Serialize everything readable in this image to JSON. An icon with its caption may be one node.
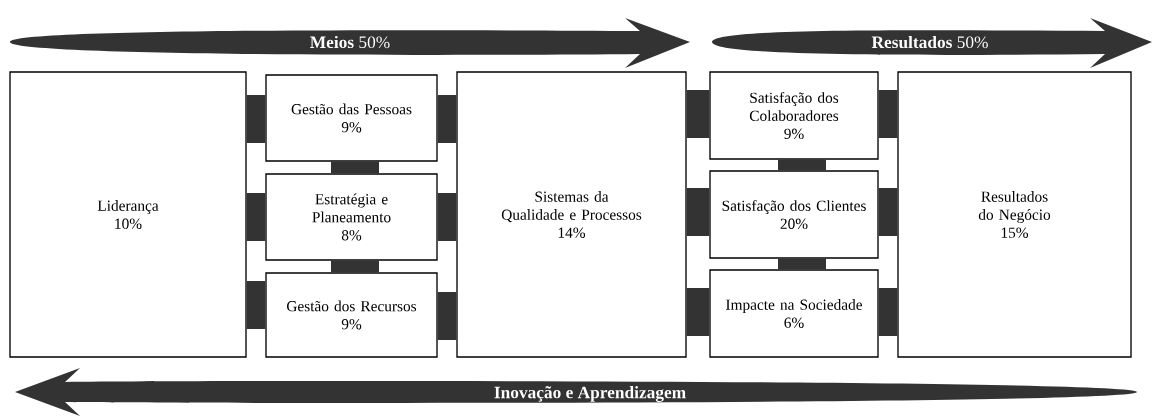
{
  "diagram": {
    "nodes": [
      {
        "text": [
          "Liderança",
          "10%"
        ]
      },
      {
        "text": [
          "Gestão das Pessoas",
          "9%"
        ]
      },
      {
        "text": [
          "Estratégia e Planeamento",
          "8%"
        ]
      },
      {
        "text": [
          "Gestão dos Recursos",
          "9%"
        ]
      },
      {
        "text": [
          "Sistemas da Qualidade e Processos",
          "14%"
        ]
      },
      {
        "text": [
          "Satisfação dos Colaboradores",
          "9%"
        ]
      },
      {
        "text": [
          "Satisfação dos Clientes",
          "20%"
        ]
      },
      {
        "text": [
          "Impacte na Sociedade",
          "6%"
        ]
      },
      {
        "text": [
          "Resultados do Negócio",
          "15%"
        ]
      }
    ],
    "edges": [
      {
        "from": 0,
        "to": 1,
        "arrow": "none"
      },
      {
        "from": 0,
        "to": 2,
        "arrow": "none"
      },
      {
        "from": 0,
        "to": 3,
        "arrow": "none"
      },
      {
        "from": 1,
        "to": 2,
        "arrow": "none"
      },
      {
        "from": 2,
        "to": 3,
        "arrow": "none"
      },
      {
        "from": 1,
        "to": 4,
        "arrow": "none"
      },
      {
        "from": 2,
        "to": 4,
        "arrow": "none"
      },
      {
        "from": 3,
        "to": 4,
        "arrow": "none"
      },
      {
        "from": 4,
        "to": 5,
        "arrow": "none"
      },
      {
        "from": 4,
        "to": 6,
        "arrow": "none"
      },
      {
        "from": 4,
        "to": 7,
        "arrow": "none"
      },
      {
        "from": 5,
        "to": 6,
        "arrow": "none"
      },
      {
        "from": 6,
        "to": 7,
        "arrow": "none"
      },
      {
        "from": 5,
        "to": 8,
        "arrow": "none"
      },
      {
        "from": 6,
        "to": 8,
        "arrow": "none"
      },
      {
        "from": 7,
        "to": 8,
        "arrow": "none"
      }
    ],
    "labels": [
      "**Meios** 50%",
      "**Resultados** 50%",
      "Inovação e Aprendizagem"
    ]
  }
}
